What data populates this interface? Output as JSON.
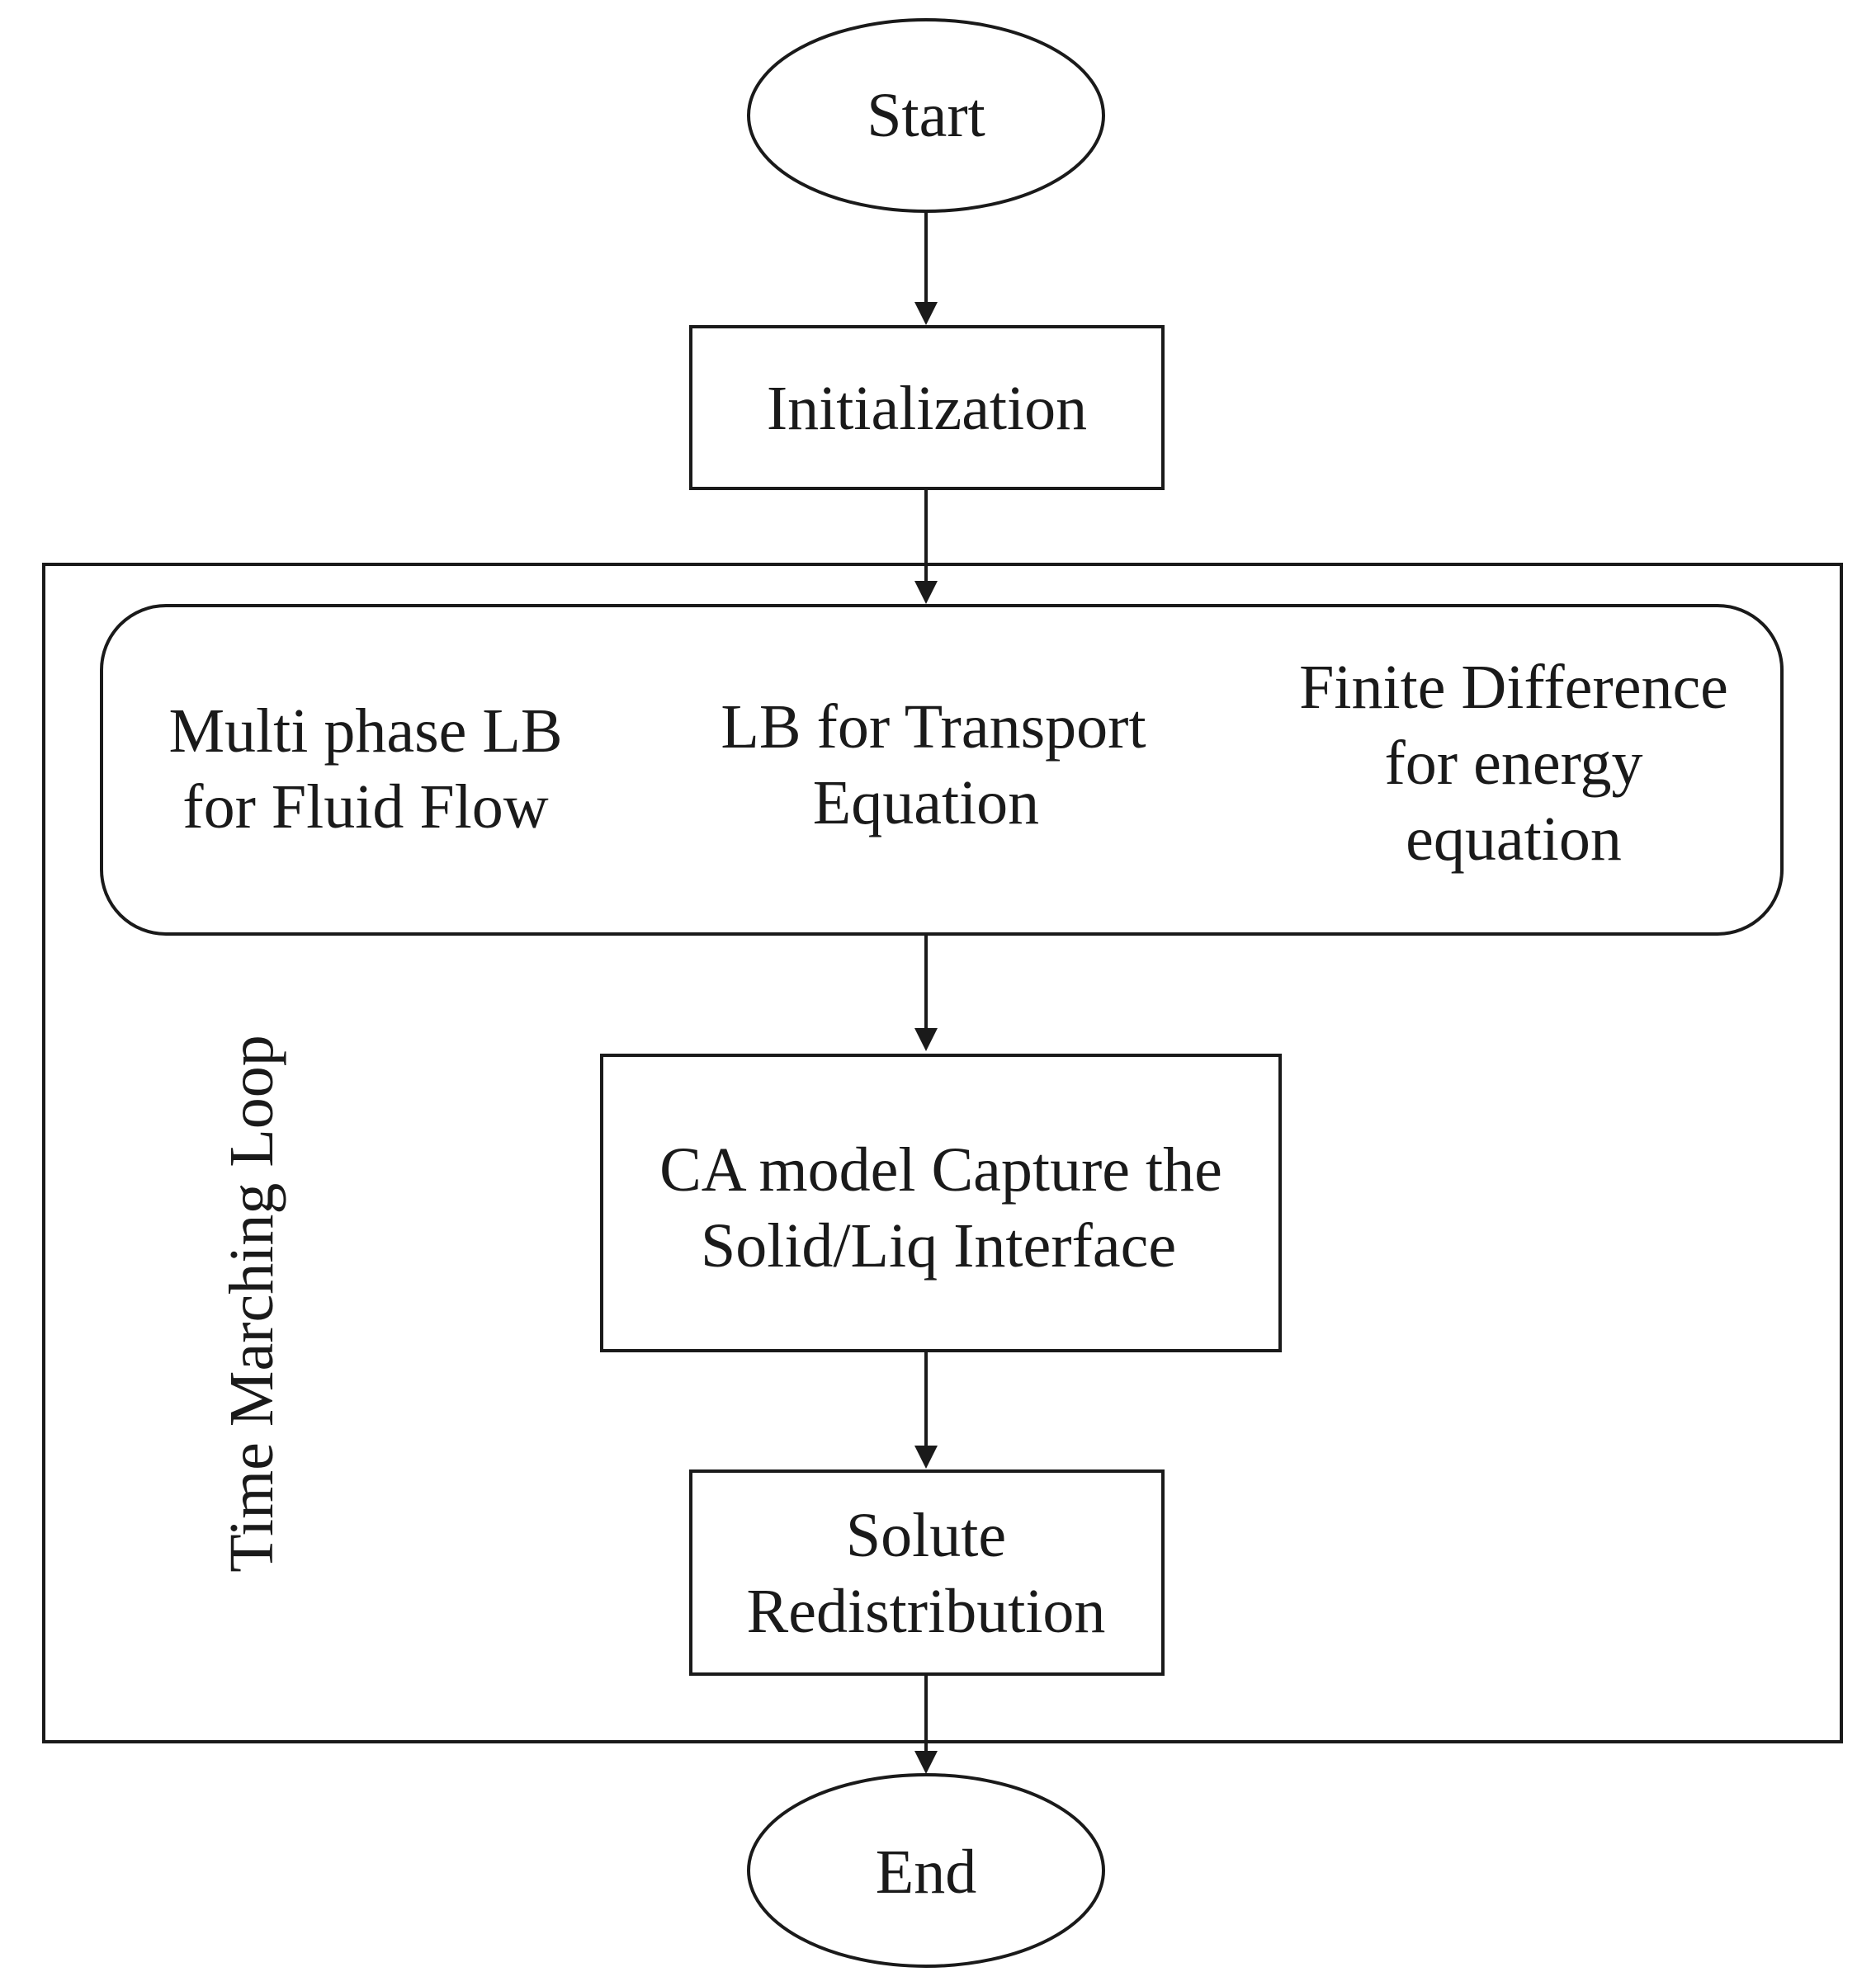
{
  "nodes": {
    "start": {
      "label": "Start"
    },
    "init": {
      "label": "Initialization"
    },
    "multiphase": {
      "line1": "Multi phase LB",
      "line2": "for Fluid Flow"
    },
    "transport": {
      "line1": "LB for Transport",
      "line2": "Equation"
    },
    "finite_diff": {
      "line1": "Finite Difference",
      "line2": "for energy",
      "line3": "equation"
    },
    "ca_model": {
      "line1": "CA model Capture the",
      "line2": "Solid/Liq Interface"
    },
    "solute": {
      "line1": "Solute",
      "line2": "Redistribution"
    },
    "end": {
      "label": "End"
    }
  },
  "loop": {
    "label": "Time Marching Loop"
  }
}
